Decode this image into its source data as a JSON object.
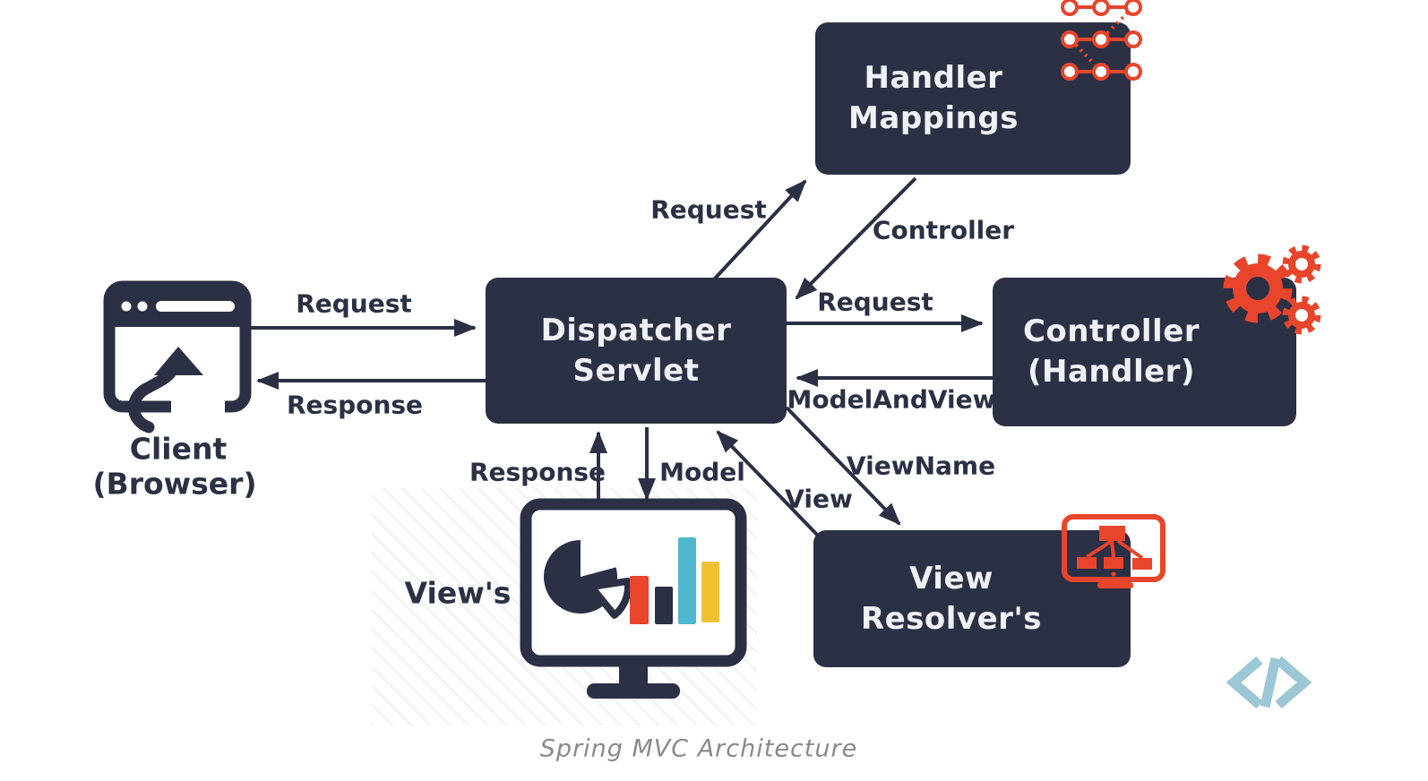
{
  "caption": "Spring MVC Architecture",
  "boxes": {
    "handler_mappings": {
      "line1": "Handler",
      "line2": "Mappings"
    },
    "dispatcher_servlet": {
      "line1": "Dispatcher",
      "line2": "Servlet"
    },
    "controller_handler": {
      "line1": "Controller",
      "line2": "(Handler)"
    },
    "view_resolvers": {
      "line1": "View",
      "line2": "Resolver's"
    }
  },
  "client": {
    "line1": "Client",
    "line2": "(Browser)"
  },
  "views_label": "View's",
  "edge_labels": {
    "client_request": "Request",
    "client_response": "Response",
    "mapping_request": "Request",
    "mapping_controller": "Controller",
    "controller_request": "Request",
    "controller_modelandview": "ModelAndView",
    "resolver_viewname": "ViewName",
    "resolver_view": "View",
    "view_response": "Response",
    "view_model": "Model"
  },
  "icons": {
    "handler_mappings": "network-nodes-icon",
    "controller_handler": "gears-icon",
    "view_resolvers": "sitemap-monitor-icon",
    "client": "browser-upload-icon",
    "views": "monitor-charts-icon",
    "bottom_right": "code-tag-icon"
  },
  "colors": {
    "box_bg": "#2b3044",
    "line": "#2b3044",
    "accent_red": "#e8452c",
    "bar_teal": "#4fb8ce",
    "bar_yellow": "#f0c231",
    "caption_gray": "#8a8a8a",
    "code_icon_teal": "#9cc7d4"
  }
}
